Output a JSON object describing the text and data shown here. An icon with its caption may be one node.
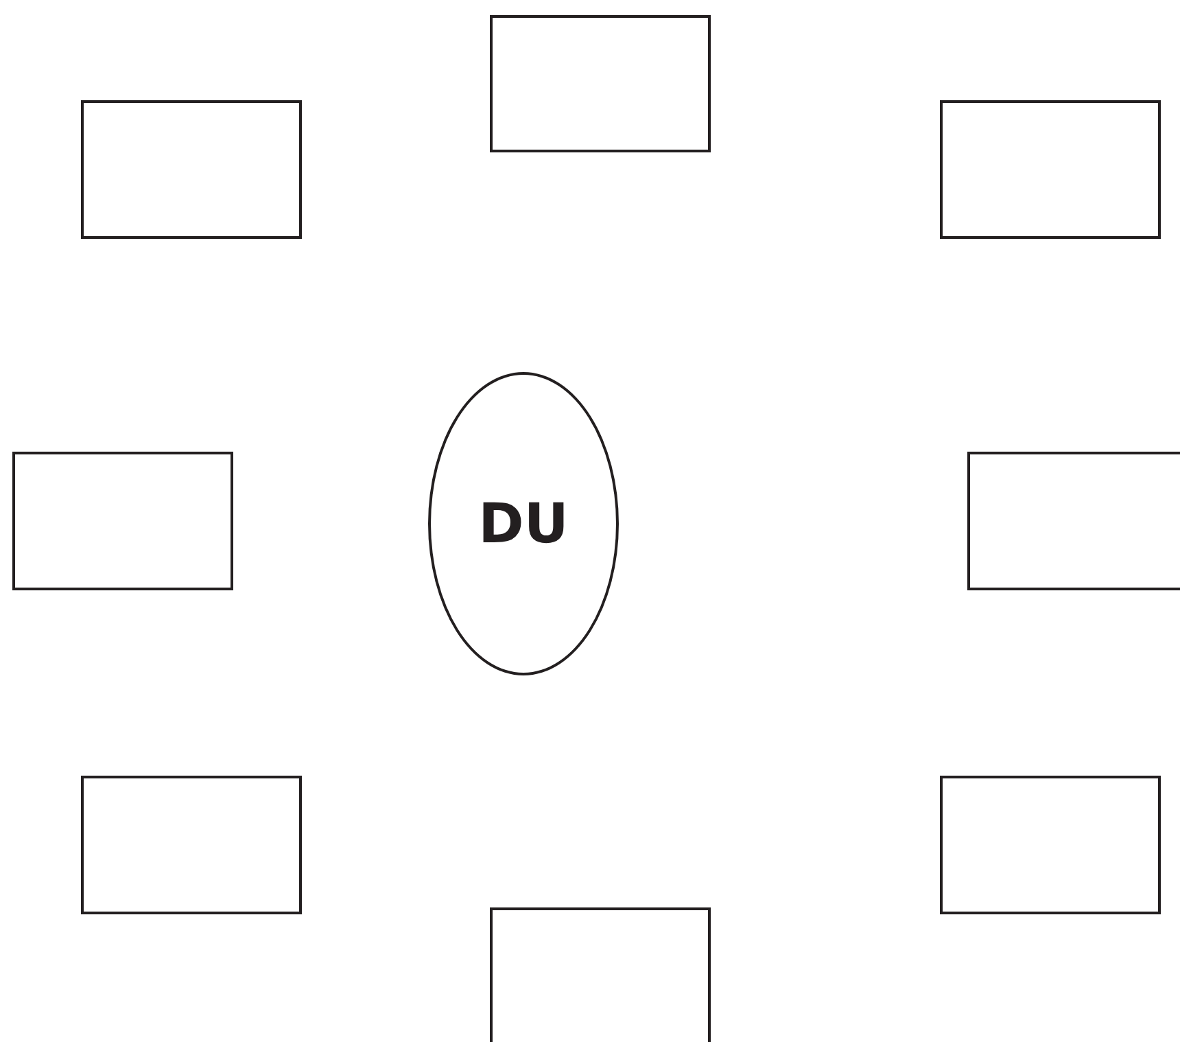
{
  "diagram": {
    "nodes": [
      {
        "text": [],
        "shape": "box"
      },
      {
        "text": [],
        "shape": "box"
      },
      {
        "text": [],
        "shape": "box"
      },
      {
        "text": [],
        "shape": "box"
      },
      {
        "text": [
          "DU"
        ]
      },
      {
        "text": [],
        "shape": "box"
      },
      {
        "text": [],
        "shape": "box"
      },
      {
        "text": [],
        "shape": "box"
      },
      {
        "text": [],
        "shape": "box"
      }
    ]
  }
}
